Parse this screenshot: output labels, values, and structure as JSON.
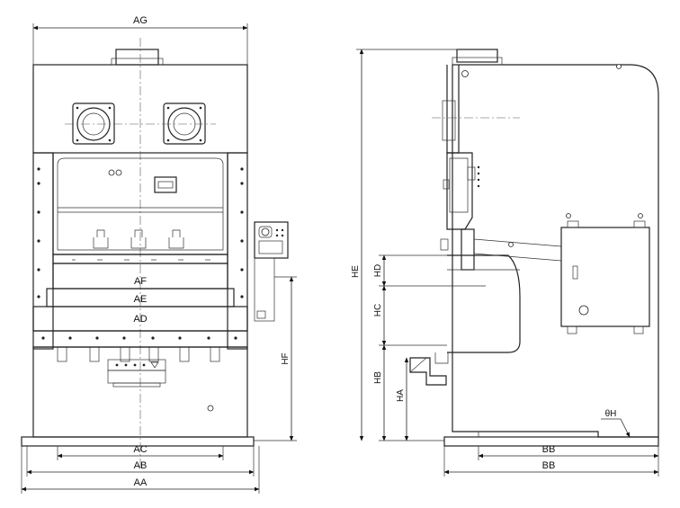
{
  "front_view": {
    "dimensions": {
      "top_width": "AG",
      "bolster_af": "AF",
      "bolster_ae": "AE",
      "bolster_ad": "AD",
      "base_ac": "AC",
      "base_ab": "AB",
      "overall_aa": "AA",
      "height_hf": "HF"
    }
  },
  "side_view": {
    "dimensions": {
      "overall_height": "HE",
      "hd": "HD",
      "hc": "HC",
      "hb": "HB",
      "ha": "HA",
      "depth_bb_1": "BB",
      "depth_bb_2": "BB",
      "angle": "θH"
    }
  }
}
